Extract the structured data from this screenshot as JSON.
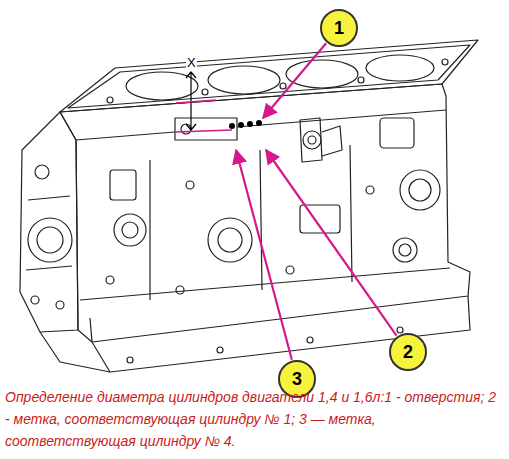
{
  "diagram": {
    "caption": "Определение диаметра цилиндров двигатели 1,4 и 1,6л:1 - отверстия; 2 - метка, соответствующая цилиндру № 1; 3 — метка, соответствующая цилиндру № 4.",
    "nodes": [
      {
        "text": [
          "1"
        ]
      },
      {
        "text": [
          "2"
        ]
      },
      {
        "text": [
          "3"
        ]
      }
    ],
    "labels": [
      "X"
    ]
  }
}
